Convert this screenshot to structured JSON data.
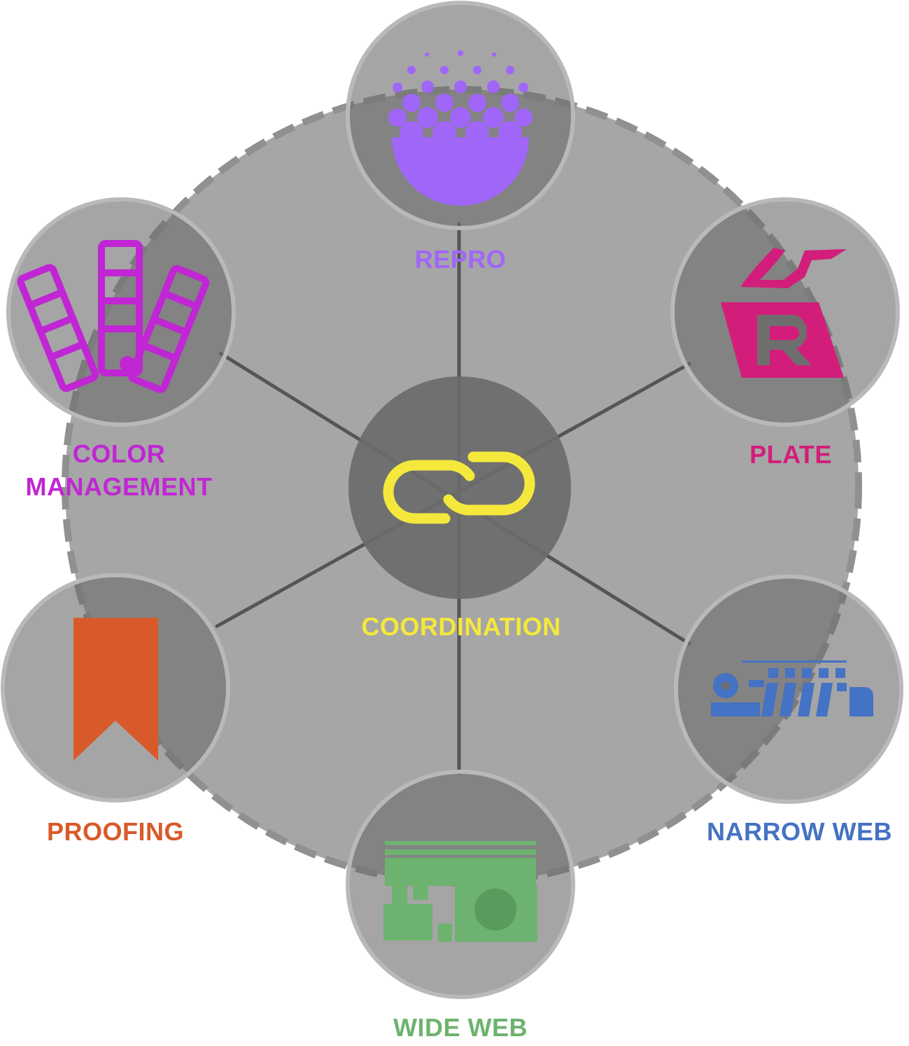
{
  "center": {
    "label": "COORDINATION",
    "icon": "chain-link-icon",
    "color": "#f5e83c"
  },
  "nodes": [
    {
      "id": "repro",
      "label": "REPRO",
      "icon": "halftone-dots-icon",
      "color": "#a066f8"
    },
    {
      "id": "plate",
      "label": "PLATE",
      "icon": "plate-icon",
      "color": "#d21e7a"
    },
    {
      "id": "narrow-web",
      "label": "NARROW WEB",
      "icon": "narrow-web-press-icon",
      "color": "#4472c4"
    },
    {
      "id": "wide-web",
      "label": "WIDE WEB",
      "icon": "wide-web-press-icon",
      "color": "#6db36f"
    },
    {
      "id": "proofing",
      "label": "PROOFING",
      "icon": "bookmark-icon",
      "color": "#d85a2a"
    },
    {
      "id": "color-management",
      "label_line1": "COLOR",
      "label_line2": "MANAGEMENT",
      "icon": "color-swatch-fan-icon",
      "color": "#c026d3"
    }
  ]
}
